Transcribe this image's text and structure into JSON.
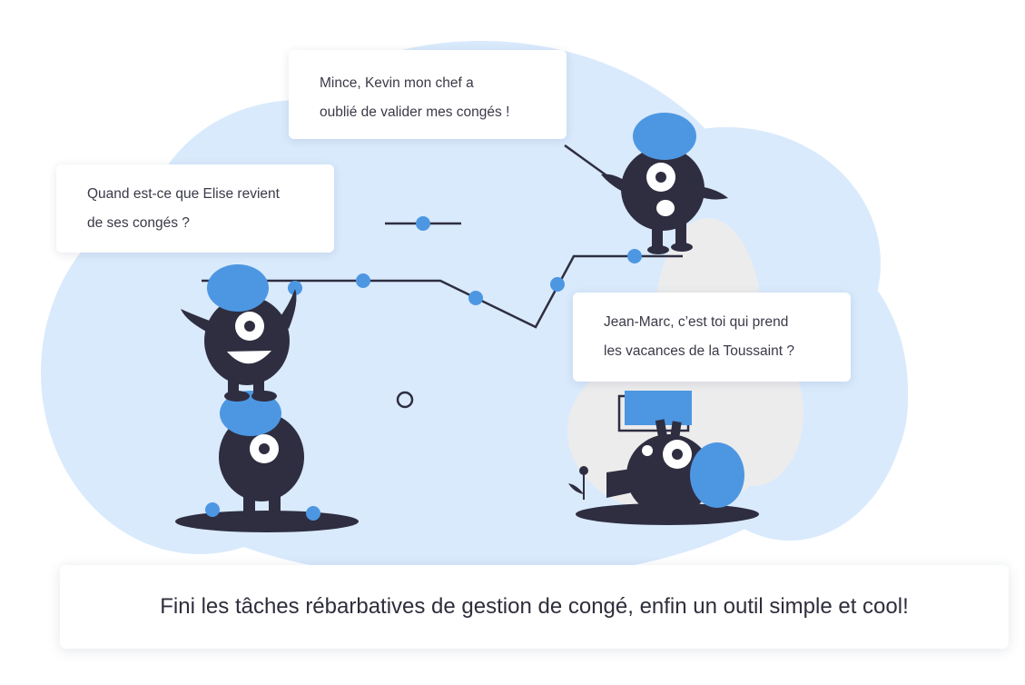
{
  "bubbles": {
    "mince": {
      "line1": "Mince, Kevin mon chef a",
      "line2": "oublié de valider mes congés !"
    },
    "quand": {
      "line1": "Quand est-ce que Elise revient",
      "line2": "de ses congés ?"
    },
    "jean": {
      "line1": "Jean-Marc, c’est toi qui prend",
      "line2": "les vacances de la Toussaint ?"
    }
  },
  "caption": "Fini les tâches rébarbatives de gestion de congé, enfin un outil simple et cool!",
  "colors": {
    "cloud": "#d9eafc",
    "monster": "#2f2e41",
    "accent": "#4d97e2",
    "shadow_blob": "#ededed"
  }
}
